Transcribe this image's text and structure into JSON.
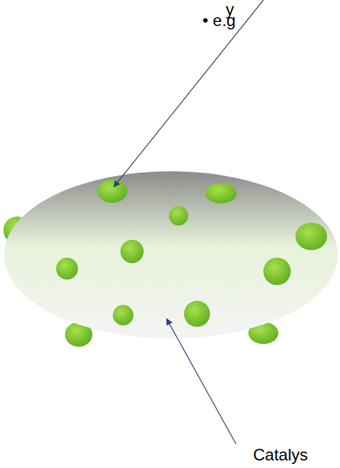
{
  "diagram": {
    "labels": [
      "y",
      "• e.g",
      "Catalys"
    ]
  }
}
